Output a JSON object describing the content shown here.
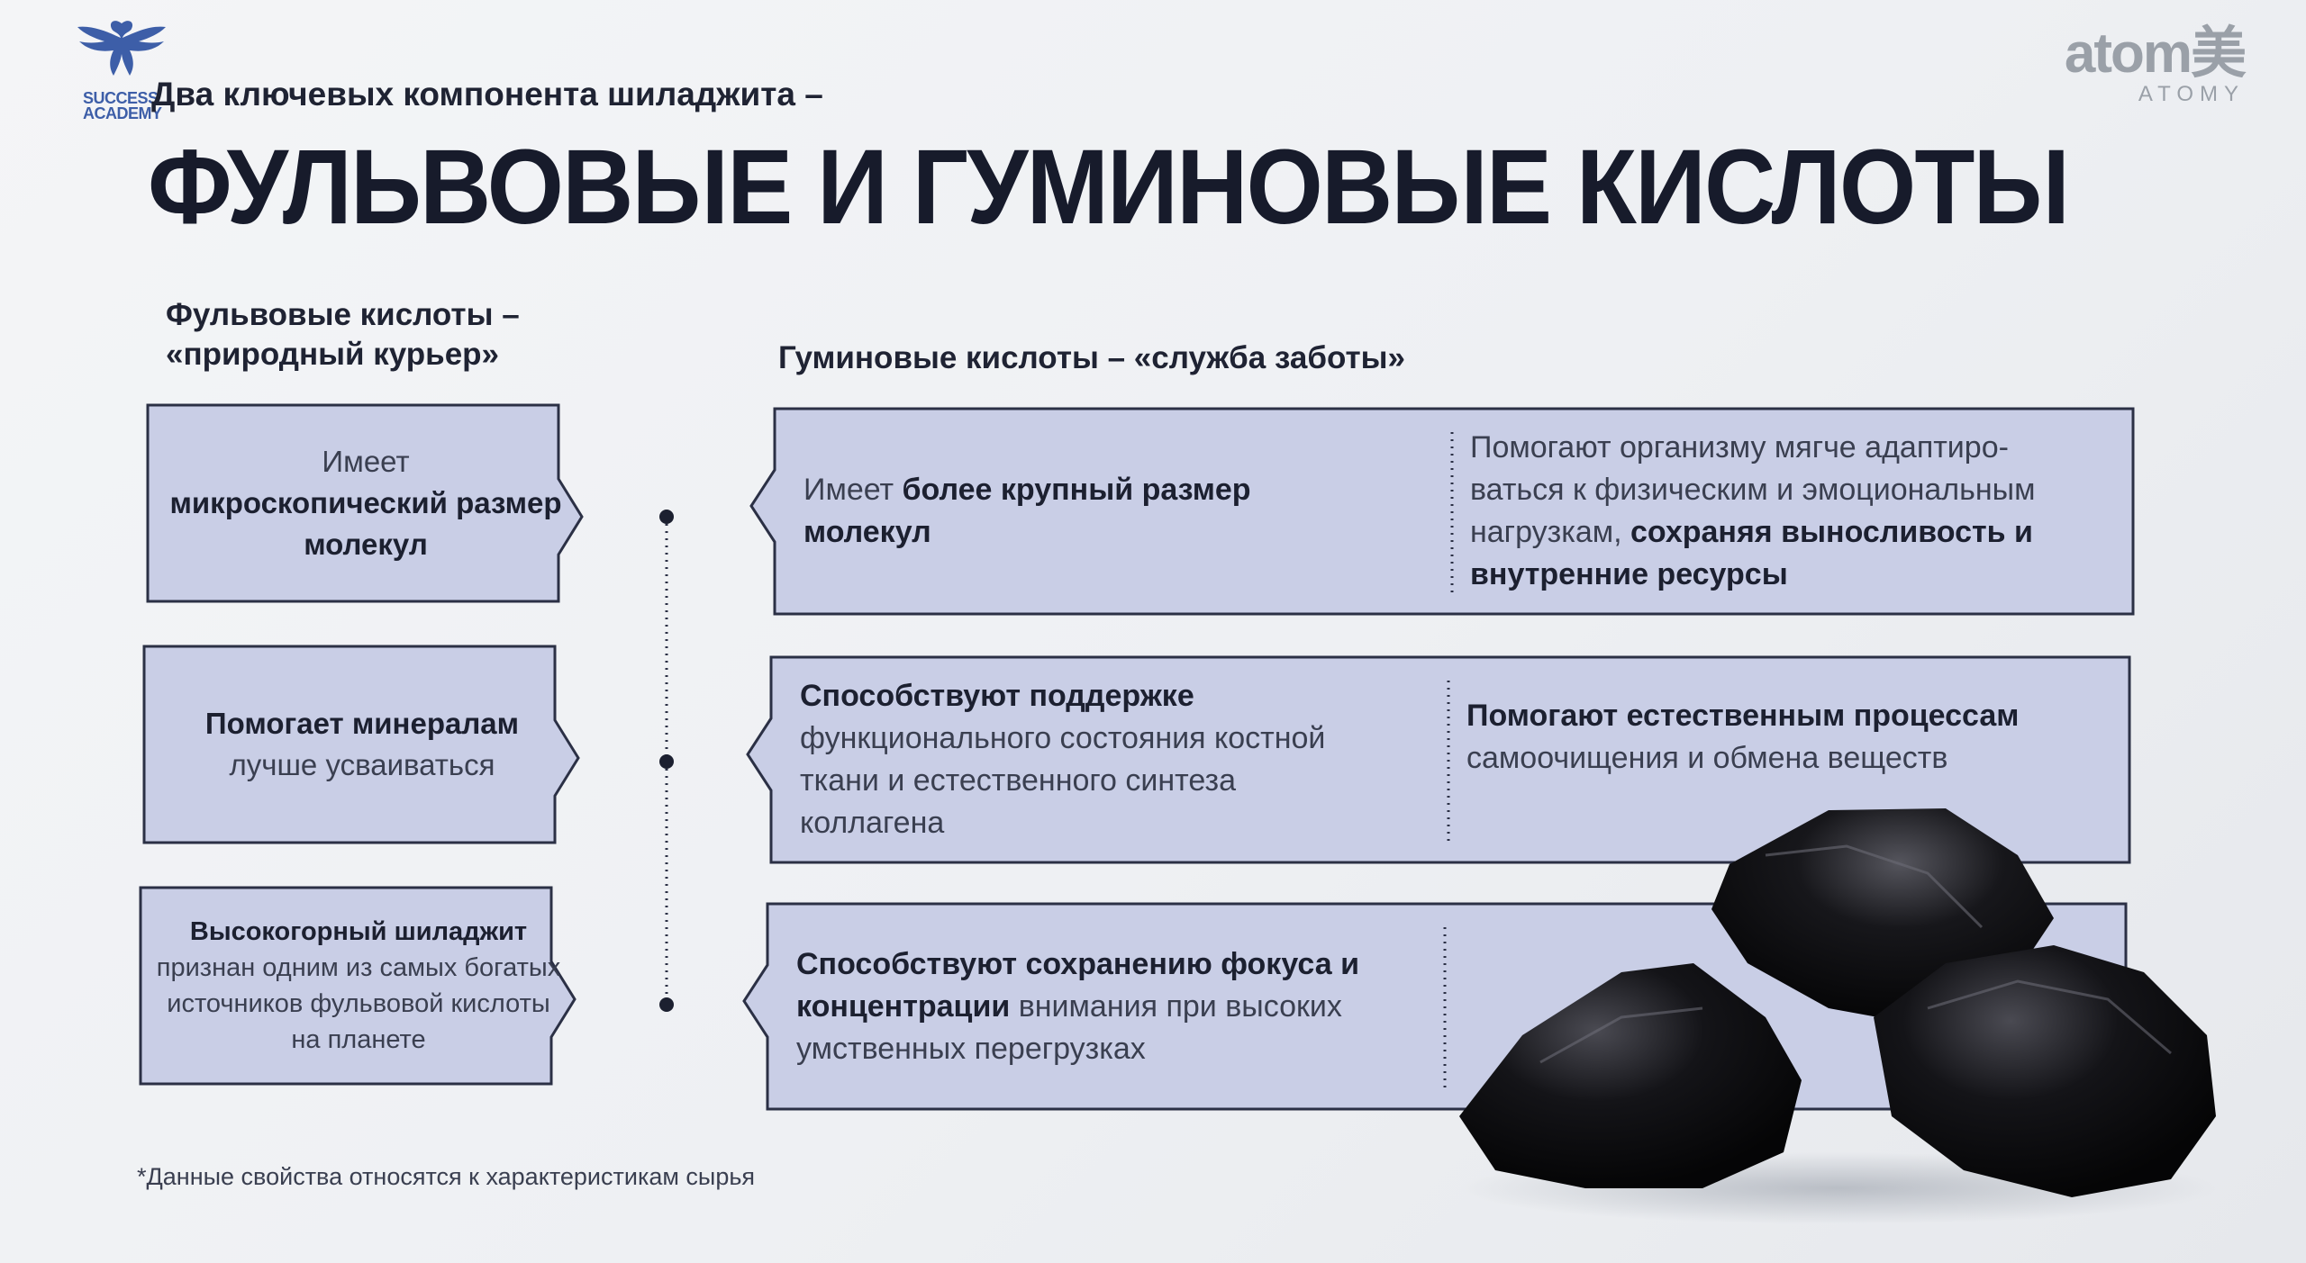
{
  "branding": {
    "left_logo_line1": "SUCCESS",
    "left_logo_line2": "ACADEMY",
    "right_logo_big": "atom美",
    "right_logo_small": "ATOMY"
  },
  "subtitle": "Два ключевых компонента шиладжита –",
  "title": "ФУЛЬВОВЫЕ И ГУМИНОВЫЕ КИСЛОТЫ",
  "fulvic": {
    "heading_line1": "Фульвовые кислоты –",
    "heading_line2": "«природный курьер»",
    "boxes": [
      {
        "pre": "Имеет",
        "bold": "микроскопический размер молекул",
        "post": ""
      },
      {
        "pre": "",
        "bold": "Помогает минералам",
        "post": "лучше усваиваться"
      },
      {
        "pre": "",
        "bold": "Высокогорный шиладжит",
        "post": " признан одним из самых богатых источников фульвовой кислоты на планете"
      }
    ]
  },
  "humic": {
    "heading": "Гуминовые кислоты – «служба заботы»",
    "rows": [
      {
        "left_pre": "Имеет ",
        "left_bold": "более крупный размер молекул",
        "left_post": "",
        "right_pre": "Помогают организму мягче адаптиро-ваться к физическим и эмоциональным нагрузкам, ",
        "right_bold": "сохраняя выносливость и внутренние ресурсы",
        "right_post": ""
      },
      {
        "left_pre": "",
        "left_bold": "Способствуют поддержке",
        "left_post": " функционального состояния костной ткани и естественного синтеза коллагена",
        "right_pre": "",
        "right_bold": "Помогают естественным процессам",
        "right_post": " самоочищения и обмена веществ"
      },
      {
        "left_pre": "",
        "left_bold": "Способствуют сохранению фокуса и концентрации",
        "left_post": " внимания при высоких умственных перегрузках",
        "right_pre": "",
        "right_bold": "",
        "right_post": ""
      }
    ]
  },
  "footnote": "*Данные свойства относятся к характеристикам сырья",
  "colors": {
    "box_fill": "#c9cee6",
    "box_border": "#2b3045",
    "title": "#171b2b",
    "logo_blue": "#3d5ea8"
  },
  "icons": [
    "phoenix-logo-icon",
    "timeline-dot-icon",
    "shilajit-rocks-image"
  ]
}
